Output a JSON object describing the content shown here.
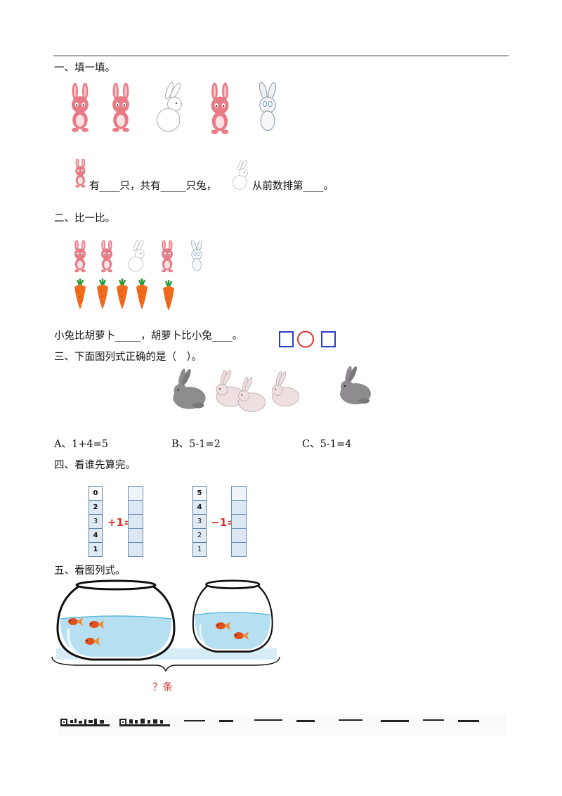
{
  "sections": {
    "s1": {
      "title": "一、填一填。"
    },
    "s1_sentence": {
      "part1": "有____只，共有_____只兔，",
      "part2": "从前数排第____。"
    },
    "s2": {
      "title": "二、比一比。"
    },
    "s2_sentence": "小兔比胡萝卜_____，胡萝卜比小兔____。",
    "s3": {
      "title": "三、下面图列式正确的是（　）。"
    },
    "s3_options": [
      "A、1+4=5",
      "B、5-1=2",
      "C、5-1=4"
    ],
    "s4": {
      "title": "四、看谁先算完。"
    },
    "s4_left": {
      "numbers": [
        "0",
        "2",
        "3",
        "4",
        "1"
      ],
      "operator": "+1="
    },
    "s4_right": {
      "numbers": [
        "5",
        "4",
        "3",
        "2",
        "1"
      ],
      "operator": "−1="
    },
    "s5": {
      "title": "五、看图列式。"
    },
    "s5_label": "？条"
  },
  "colors": {
    "rabbit_pink": "#e87c86",
    "carrot_orange": "#f26b1d",
    "square_blue": "#2a3fc9",
    "circle_red": "#e0302a",
    "label_red": "#d62a2a"
  }
}
